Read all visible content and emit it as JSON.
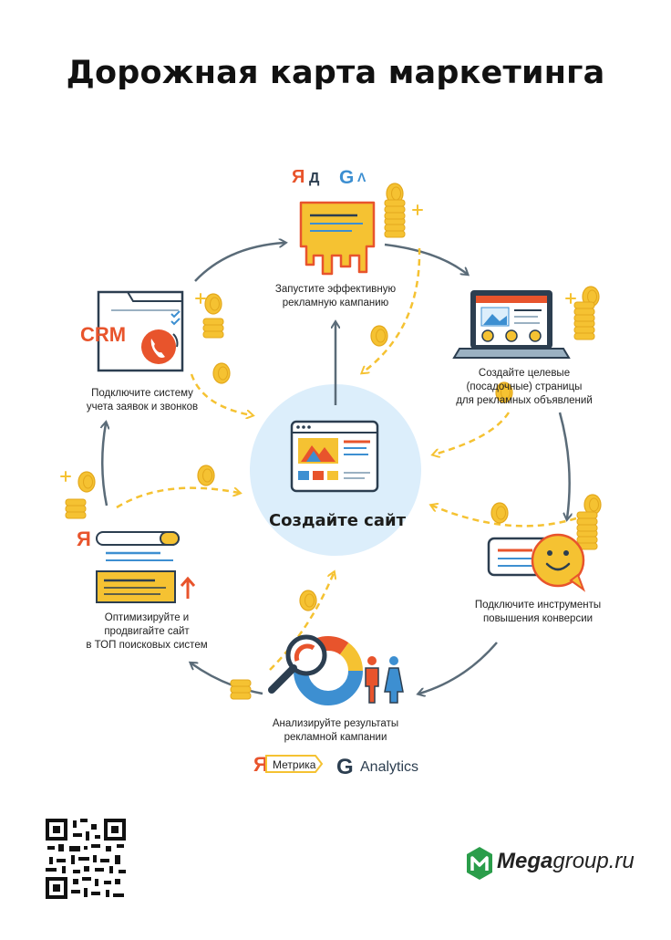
{
  "title": "Дорожная карта маркетинга",
  "center": {
    "label": "Создайте сайт"
  },
  "steps": [
    {
      "id": "campaign",
      "lines": [
        "Запустите эффективную",
        "рекламную кампанию"
      ]
    },
    {
      "id": "landing",
      "lines": [
        "Создайте целевые",
        "(посадочные) страницы",
        "для рекламных объявлений"
      ]
    },
    {
      "id": "conversion",
      "lines": [
        "Подключите инструменты",
        "повышения конверсии"
      ]
    },
    {
      "id": "analytics",
      "lines": [
        "Анализируйте результаты",
        "рекламной кампании"
      ]
    },
    {
      "id": "seo",
      "lines": [
        "Оптимизируйте и",
        "продвигайте сайт",
        "в ТОП поисковых систем"
      ]
    },
    {
      "id": "crm",
      "lines": [
        "Подключите систему",
        "учета заявок и звонков"
      ]
    }
  ],
  "crm_text": "CRM",
  "tools": {
    "metrika_letter": "Я",
    "metrika_label": "Метрика",
    "analytics_label": "Analytics"
  },
  "brand": {
    "bold": "Mega",
    "rest": "group.ru"
  },
  "colors": {
    "accent_orange": "#e8542c",
    "accent_yellow": "#f5c232",
    "line_dark": "#5a6b78",
    "center_bg": "#dceefb",
    "blue": "#3d8fd1"
  }
}
